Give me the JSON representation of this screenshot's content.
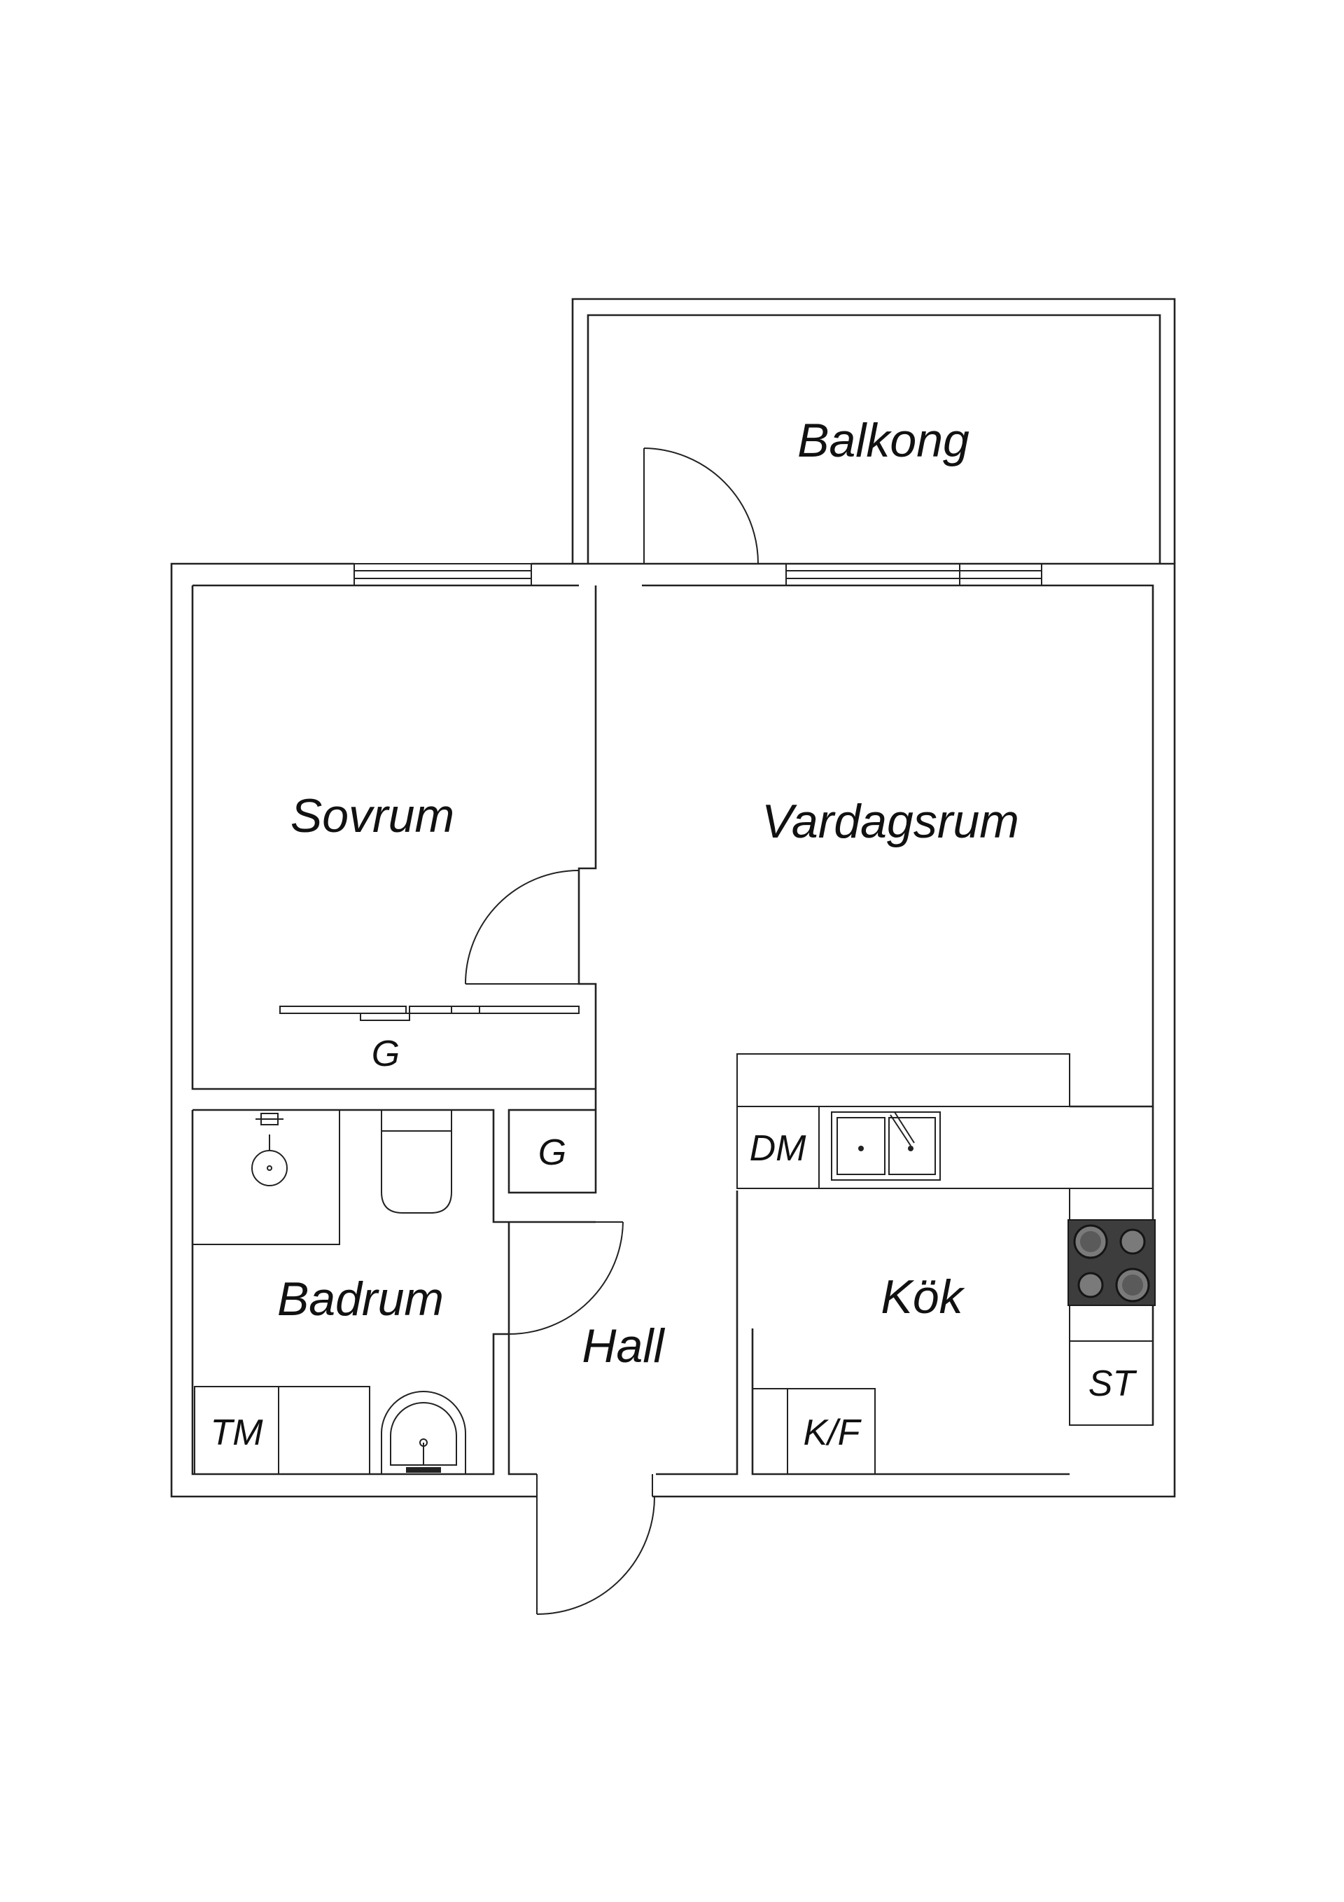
{
  "rooms": {
    "balkong": "Balkong",
    "sovrum": "Sovrum",
    "vardagsrum": "Vardagsrum",
    "badrum": "Badrum",
    "hall": "Hall",
    "kok": "Kök"
  },
  "fixtures": {
    "garderob_sovrum": "G",
    "garderob_hall": "G",
    "diskmaskin": "DM",
    "tvattmaskin": "TM",
    "kyl_frys": "K/F",
    "stadskap": "ST"
  },
  "colors": {
    "line": "#222222",
    "hob": "#3d3d3d",
    "burner": "#7a7a7a",
    "background": "#ffffff"
  }
}
